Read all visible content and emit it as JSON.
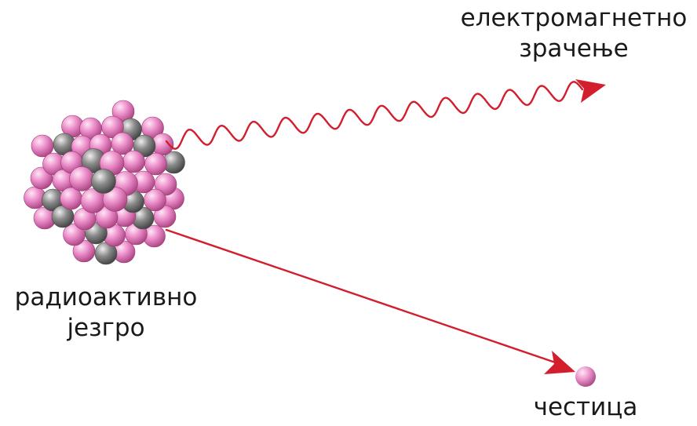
{
  "labels": {
    "radiation_line1": "електромагнетно",
    "radiation_line2": "зрачење",
    "nucleus_line1": "радиоактивно",
    "nucleus_line2": "језгро",
    "particle": "честица"
  },
  "colors": {
    "arrow": "#d21e2d",
    "proton": "#e98cc7",
    "neutron": "#7d7d7d",
    "particle": "#e68fc9"
  },
  "icons": {
    "nucleus": "atomic-nucleus-cluster",
    "radiation": "wavy-arrow",
    "particle_path": "straight-arrow",
    "particle": "sphere"
  }
}
